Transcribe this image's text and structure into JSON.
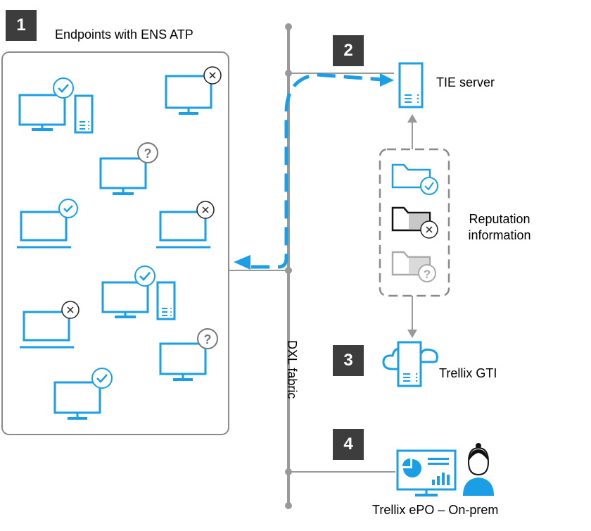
{
  "badges": {
    "b1": "1",
    "b2": "2",
    "b3": "3",
    "b4": "4"
  },
  "labels": {
    "endpoints": "Endpoints with ENS ATP",
    "tie_server": "TIE server",
    "reputation_line1": "Reputation",
    "reputation_line2": "information",
    "gti": "Trellix GTI",
    "epo": "Trellix ePO – On-prem",
    "fabric": "DXL fabric"
  },
  "colors": {
    "accent_blue": "#1a9fe6",
    "fabric_gray": "#999999",
    "badge_dark": "#3d3d3d",
    "box_border": "#8a8a8a"
  },
  "icons": {
    "trusted": "check-badge-icon",
    "malicious": "x-badge-icon",
    "unknown": "question-badge-icon"
  }
}
